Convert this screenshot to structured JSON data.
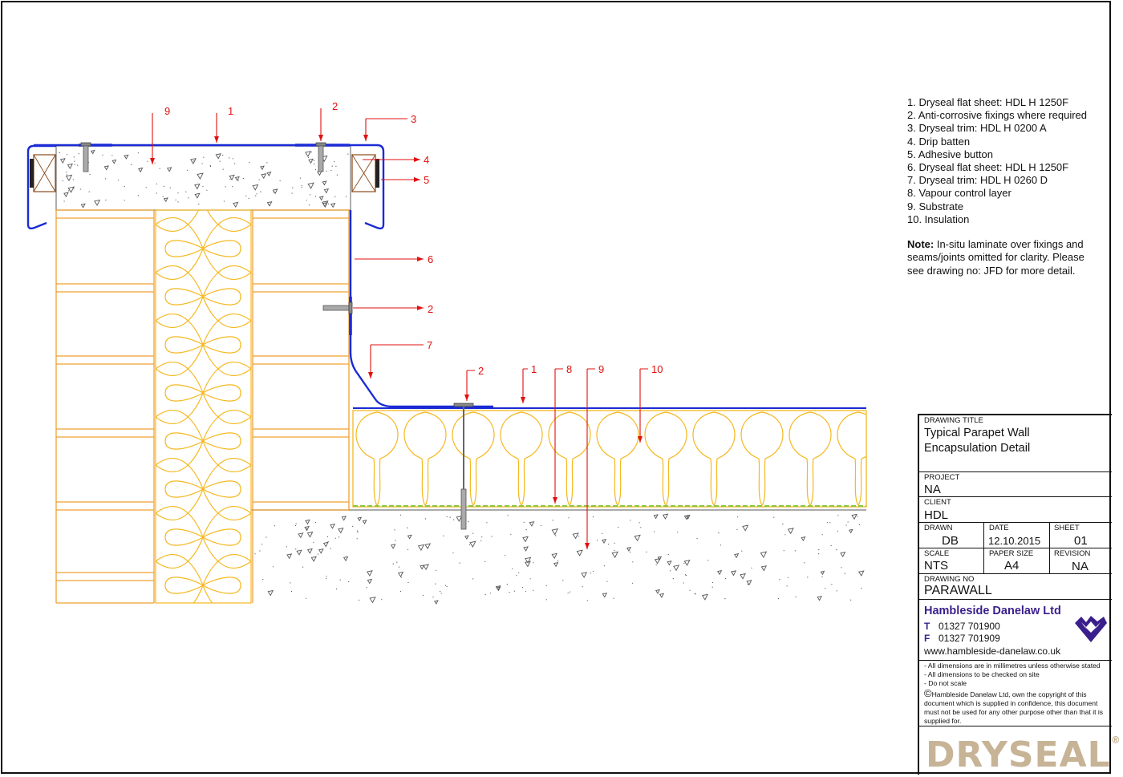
{
  "legend": [
    "1. Dryseal flat sheet: HDL H 1250F",
    "2. Anti-corrosive fixings where required",
    "3. Dryseal trim: HDL H 0200 A",
    "4. Drip batten",
    "5. Adhesive button",
    "6. Dryseal flat sheet: HDL H 1250F",
    "7. Dryseal trim: HDL H 0260 D",
    "8. Vapour control layer",
    "9. Substrate",
    "10. Insulation"
  ],
  "note": {
    "label": "Note:",
    "text": " In-situ laminate over fixings and seams/joints omitted for clarity. Please see drawing no: JFD for more detail."
  },
  "callouts": [
    "9",
    "1",
    "2",
    "3",
    "4",
    "5",
    "6",
    "2",
    "7",
    "2",
    "1",
    "8",
    "9",
    "10"
  ],
  "title_block": {
    "drawing_title_label": "DRAWING TITLE",
    "drawing_title_line1": "Typical Parapet Wall",
    "drawing_title_line2": "Encapsulation Detail",
    "project_label": "PROJECT",
    "project": "NA",
    "client_label": "CLIENT",
    "client": "HDL",
    "drawn_label": "DRAWN",
    "drawn": "DB",
    "date_label": "DATE",
    "date": "12.10.2015",
    "sheet_label": "SHEET",
    "sheet": "01",
    "scale_label": "SCALE",
    "scale": "NTS",
    "paper_label": "PAPER SIZE",
    "paper": "A4",
    "revision_label": "REVISION",
    "revision": "NA",
    "drawing_no_label": "DRAWING NO",
    "drawing_no": "PARAWALL",
    "company": "Hambleside Danelaw Ltd",
    "tel_label": "T",
    "tel": "01327 701900",
    "fax_label": "F",
    "fax": "01327 701909",
    "web": "www.hambleside-danelaw.co.uk",
    "notes": [
      "- All dimensions are in millimetres unless otherwise stated",
      "- All dimensions to be checked on site",
      "- Do not scale"
    ],
    "copyright": "Hambleside Danelaw Ltd, own the copyright of this document which is supplied in confidence, this document must not be used for any other purpose other than that it is supplied for.",
    "copyright_symbol": "©",
    "brand": "DRYSEAL",
    "brand_mark": "®"
  },
  "colors": {
    "membrane": "#1a2bd6",
    "insulation": "#f5b820",
    "brick": "#f0a030",
    "callout": "#e01010",
    "vcl": "#8cc63f",
    "concrete_edge": "#777777",
    "logo": "#3a1f8c",
    "brand": "#c7b396"
  },
  "icons": [
    "hambleside-logo-icon",
    "copyright-icon"
  ]
}
